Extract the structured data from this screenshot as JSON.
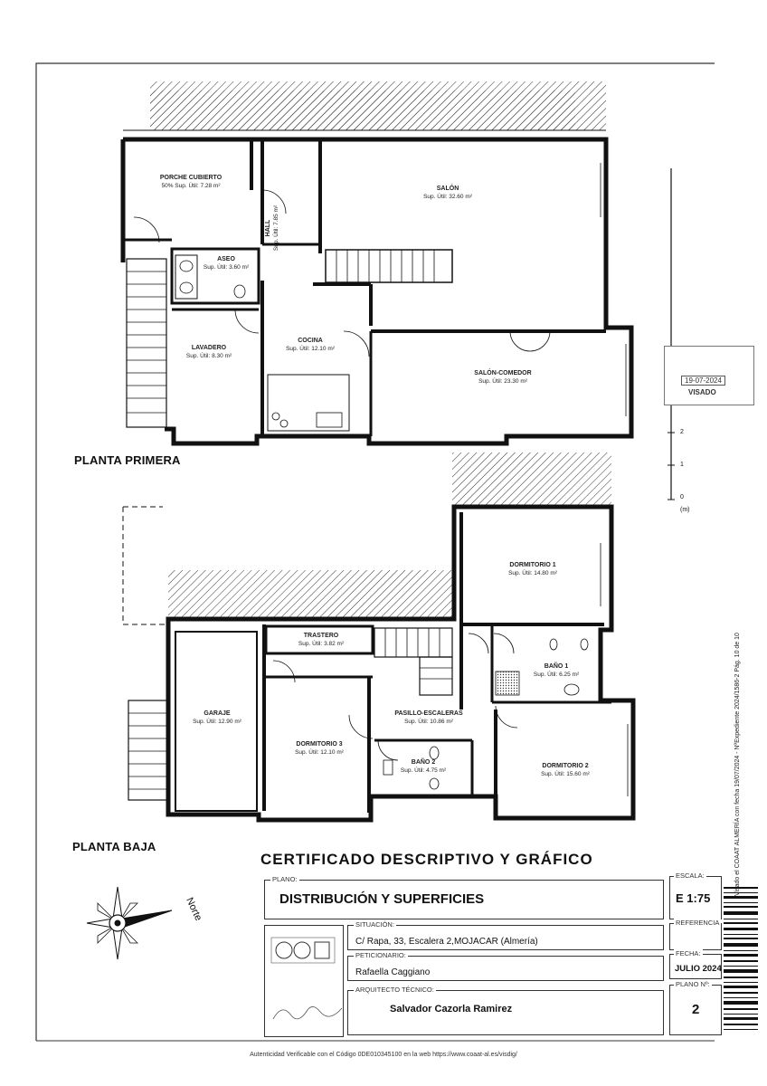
{
  "floors": [
    {
      "title": "PLANTA PRIMERA",
      "rooms": [
        {
          "name": "PORCHE CUBIERTO",
          "area": "50% Sup. Útil: 7.28 m²"
        },
        {
          "name": "SALÓN",
          "area": "Sup. Útil: 32.60 m²"
        },
        {
          "name": "HALL",
          "area": "Sup. Útil: 7.85 m²"
        },
        {
          "name": "ASEO",
          "area": "Sup. Útil: 3.60 m²"
        },
        {
          "name": "LAVADERO",
          "area": "Sup. Útil: 8.30 m²"
        },
        {
          "name": "COCINA",
          "area": "Sup. Útil: 12.10 m²"
        },
        {
          "name": "SALÓN-COMEDOR",
          "area": "Sup. Útil: 23.30 m²"
        }
      ]
    },
    {
      "title": "PLANTA BAJA",
      "rooms": [
        {
          "name": "DORMITORIO 1",
          "area": "Sup. Útil: 14.80 m²"
        },
        {
          "name": "TRASTERO",
          "area": "Sup. Útil: 3.82 m²"
        },
        {
          "name": "BAÑO 1",
          "area": "Sup. Útil: 6.25 m²"
        },
        {
          "name": "GARAJE",
          "area": "Sup. Útil: 12.90 m²"
        },
        {
          "name": "PASILLO-ESCALERAS",
          "area": "Sup. Útil: 10.86 m²"
        },
        {
          "name": "DORMITORIO 3",
          "area": "Sup. Útil: 12.10 m²"
        },
        {
          "name": "BAÑO 2",
          "area": "Sup. Útil: 4.75 m²"
        },
        {
          "name": "DORMITORIO 2",
          "area": "Sup. Útil: 15.60 m²"
        }
      ]
    }
  ],
  "scale_bar": {
    "ticks": [
      "2",
      "1",
      "0"
    ],
    "unit": "(m)"
  },
  "stamp": {
    "date": "19-07-2024",
    "label": "VISADO"
  },
  "side_text": "Visado el COAAT ALMERÍA con fecha 19/07/2024 - NºExpediente 2024/1586-2  Pág. 10 de 10",
  "north_label": "Norte",
  "title_block": {
    "main_title": "CERTIFICADO DESCRIPTIVO Y GRÁFICO",
    "plano_label": "PLANO:",
    "plano_value": "DISTRIBUCIÓN Y SUPERFICIES",
    "escala_label": "ESCALA:",
    "escala_value": "E 1:75",
    "referencia_label": "REFERENCIA",
    "situacion_label": "SITUACIÓN:",
    "situacion_value": "C/ Rapa, 33, Escalera 2,MOJACAR (Almería)",
    "peticionario_label": "PETICIONARIO:",
    "peticionario_value": "Rafaella Caggiano",
    "arquitecto_label": "ARQUITECTO TÉCNICO:",
    "arquitecto_value": "Salvador Cazorla Ramirez",
    "fecha_label": "FECHA:",
    "fecha_value": "JULIO 2024",
    "plano_n_label": "PLANO Nº:",
    "plano_n_value": "2"
  },
  "footer": "Autenticidad Verificable con el Código 0DE010345100 en la web https://www.coaat-al.es/visdig/"
}
